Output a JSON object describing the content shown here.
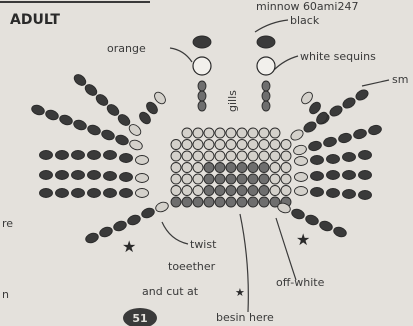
{
  "title": "ADULT",
  "labels": {
    "top_right": "minnow 60ami247",
    "black": "black",
    "white_sequins": "white sequins",
    "sm": "sm",
    "orange": "orange",
    "side_text": "gills",
    "twist_line1": "twist",
    "twist_line2": "toeether",
    "cut": "and cut at",
    "off_white": "off-white",
    "begin": "besin here",
    "page_number": "51",
    "left_fragment_1": "re",
    "left_fragment_2": "n"
  },
  "colors": {
    "background": "#e4e1dc",
    "dark_bead": "#3a3a3a",
    "mid_bead": "#6e6e6e",
    "light_bead": "#d4d1cb",
    "ink": "#3a3a3a"
  }
}
